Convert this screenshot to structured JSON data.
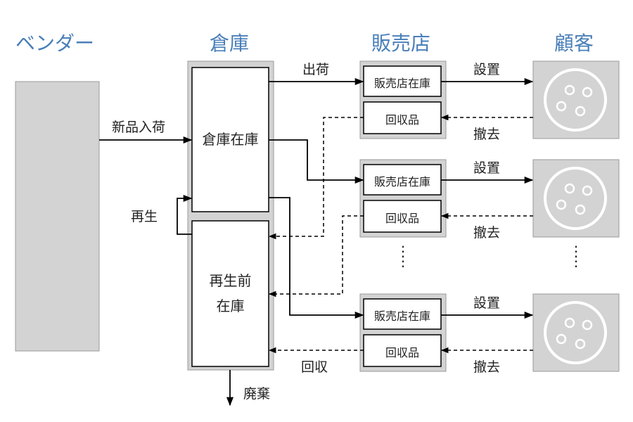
{
  "headers": {
    "vendor": "ベンダー",
    "warehouse": "倉庫",
    "store": "販売店",
    "customer": "顧客"
  },
  "warehouse": {
    "inventory": "倉庫在庫",
    "pre_regen_line1": "再生前",
    "pre_regen_line2": "在庫"
  },
  "flows": {
    "new_arrival": "新品入荷",
    "regenerate": "再生",
    "ship": "出荷",
    "collect": "回収",
    "dispose": "廃棄"
  },
  "stores": [
    {
      "inventory": "販売店在庫",
      "returned": "回収品",
      "install": "設置",
      "remove": "撤去"
    },
    {
      "inventory": "販売店在庫",
      "returned": "回収品",
      "install": "設置",
      "remove": "撤去"
    },
    {
      "inventory": "販売店在庫",
      "returned": "回収品",
      "install": "設置",
      "remove": "撤去"
    }
  ],
  "ellipsis": "⋮",
  "colors": {
    "header_text": "#4a7fb8",
    "block_fill": "#d3d3d3",
    "block_stroke": "#9a9a9a",
    "line": "#000000"
  },
  "icons": {
    "customer_device": "circle-device-icon"
  }
}
